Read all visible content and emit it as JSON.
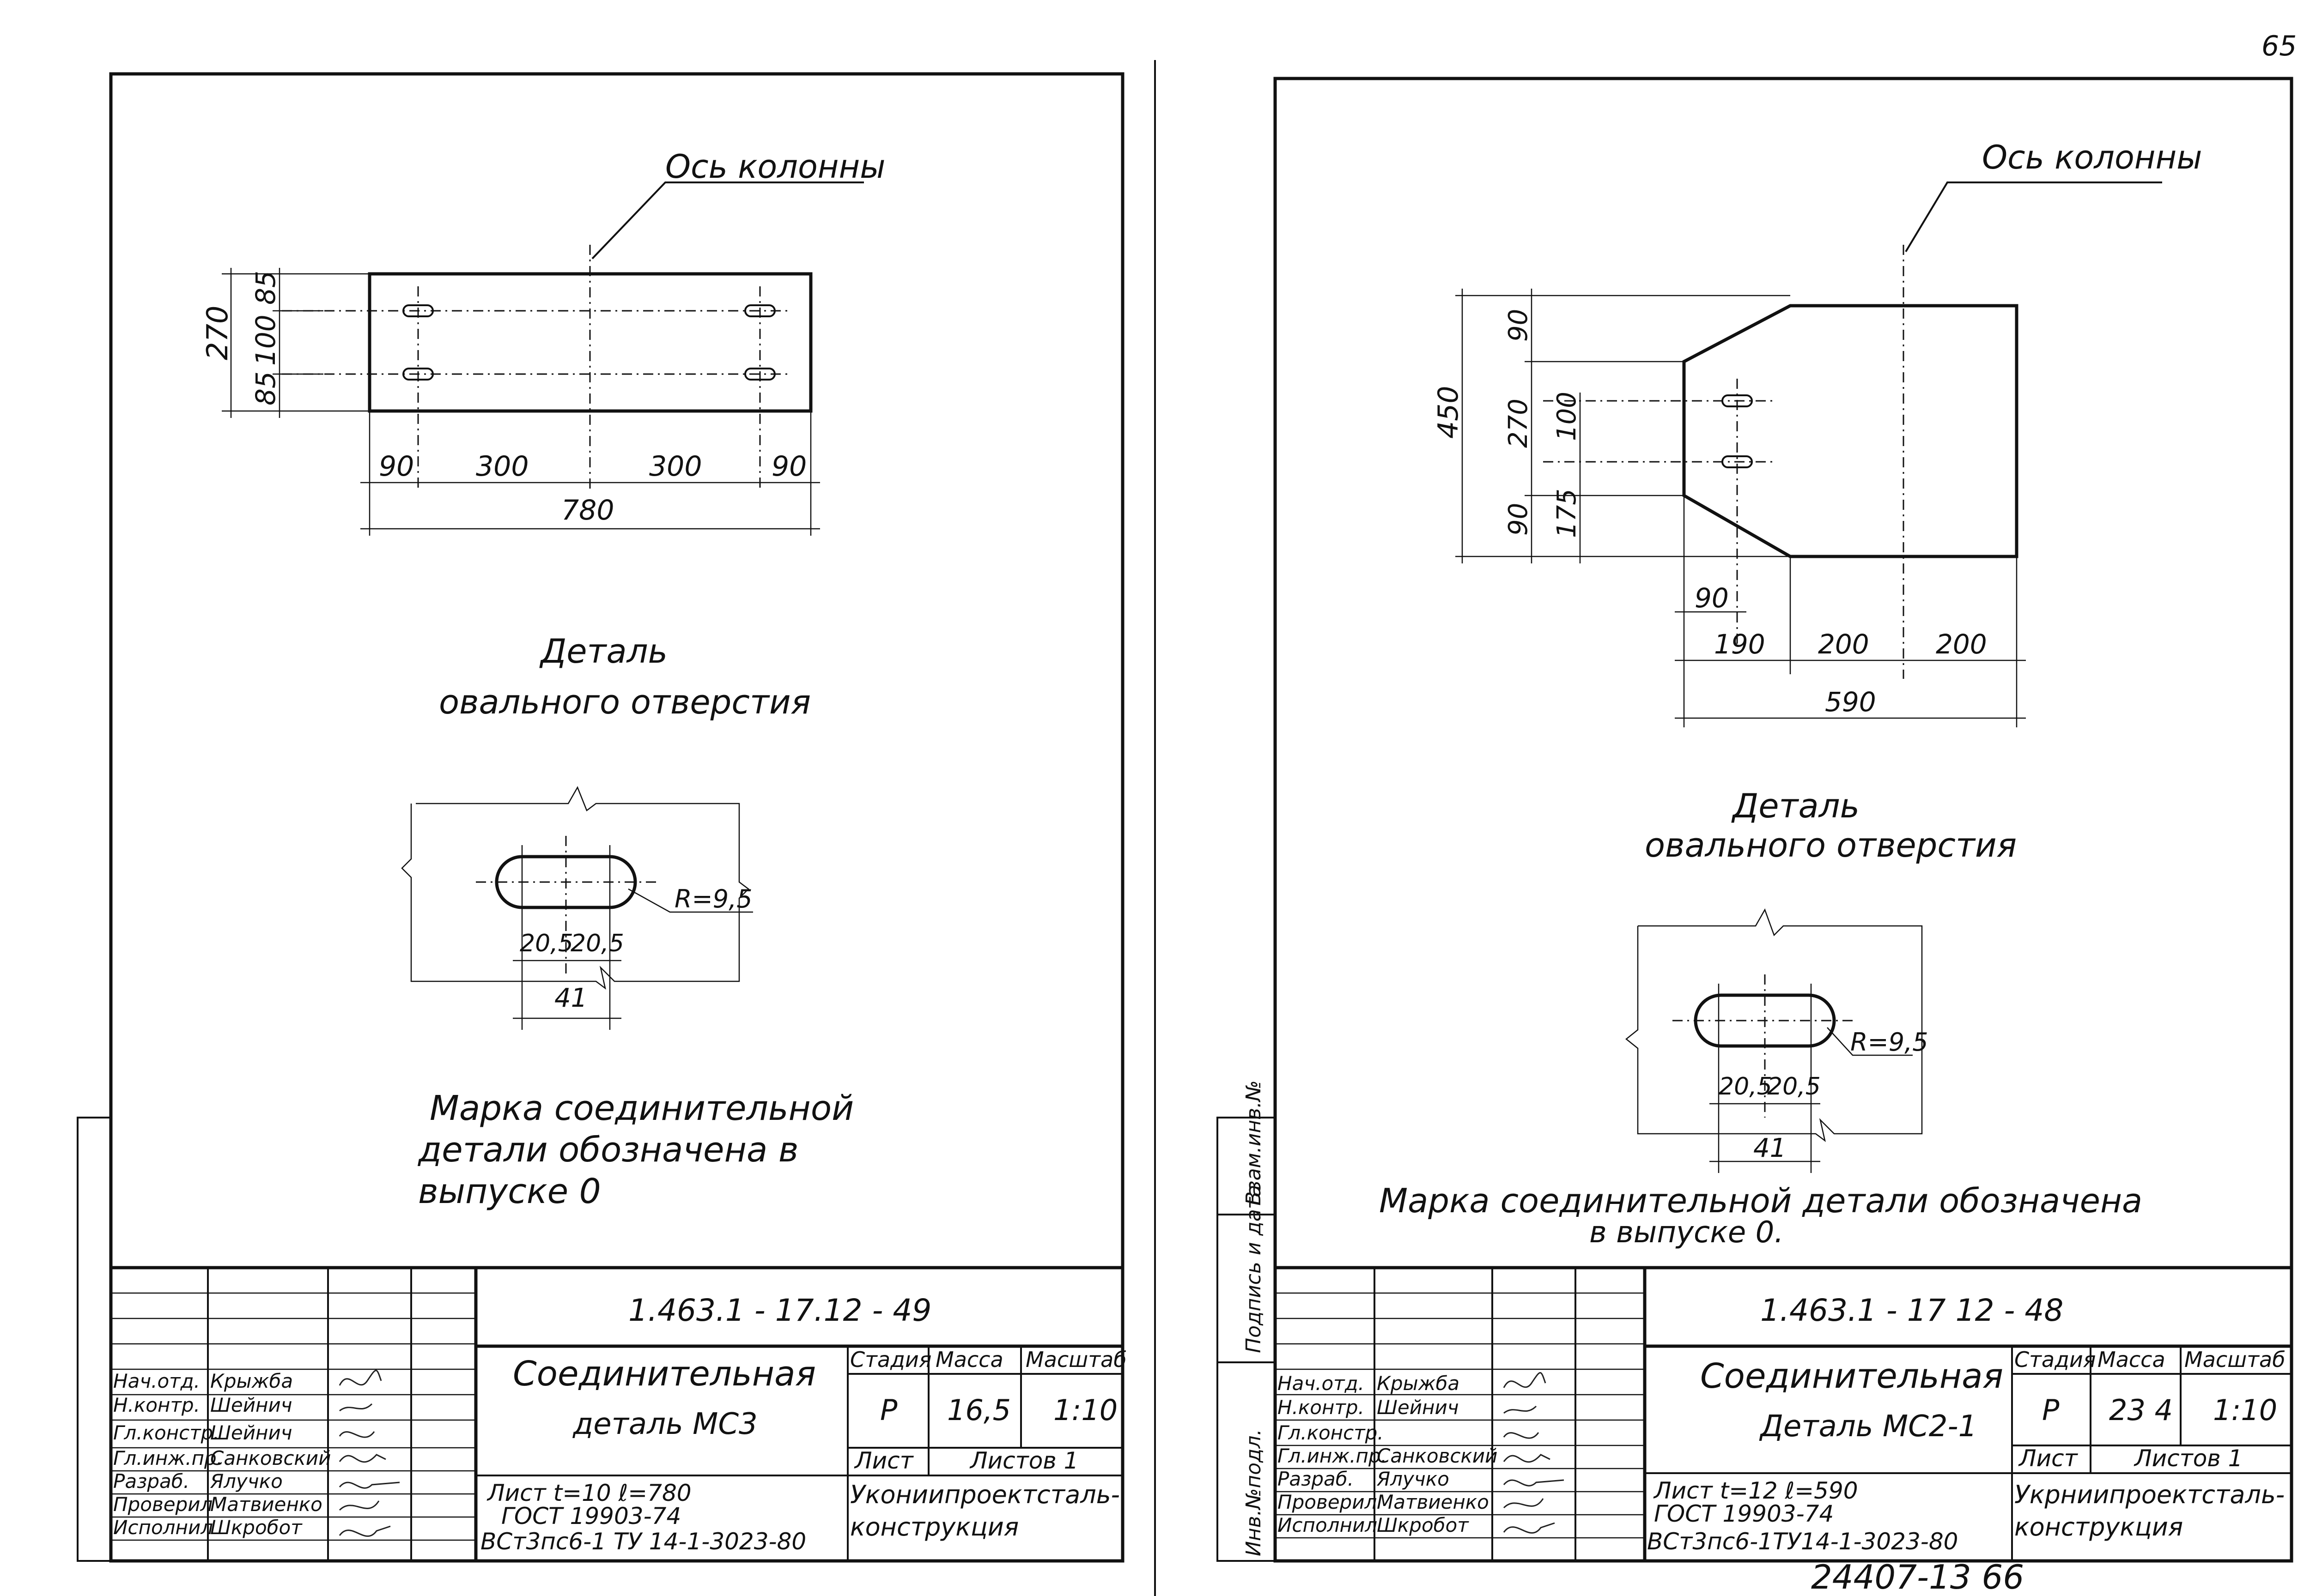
{
  "page_number": "65",
  "bottom_stamp": "24407-13   66",
  "left_sheet": {
    "axis_label": "Ось колонны",
    "dims": {
      "height_total": "270",
      "h85_top": "85",
      "h100": "100",
      "h85_bot": "85",
      "w90_left": "90",
      "w300_left": "300",
      "w300_right": "300",
      "w90_right": "90",
      "w_total": "780"
    },
    "detail_title_1": "Деталь",
    "detail_title_2": "овального отверстия",
    "hole": {
      "radius": "R=9,5",
      "half_left": "20,5",
      "half_right": "20,5",
      "length": "41"
    },
    "note_1": "Марка соединительной",
    "note_2": "детали обозначена в",
    "note_3": "выпуске 0",
    "title_block": {
      "designation": "1.463.1 - 17.12 - 49",
      "name_1": "Соединительная",
      "name_2": "деталь МС3",
      "stage_h": "Стадия",
      "mass_h": "Масса",
      "scale_h": "Масштаб",
      "stage": "Р",
      "mass": "16,5",
      "scale": "1:10",
      "sheet_h": "Лист",
      "sheets_h": "Листов 1",
      "material_1": "Лист  t=10   ℓ=780",
      "material_2": "ГОСТ  19903-74",
      "material_3": "ВСт3пс6-1 ТУ 14-1-3023-80",
      "org_1": "Укониипроектсталь-",
      "org_2": "конструкция",
      "roles": [
        "Нач.отд.",
        "Н.контр.",
        "Гл.констр.",
        "Гл.инж.пр.",
        "Разраб.",
        "Проверил",
        "Исполнил"
      ],
      "names": [
        "Крыжба",
        "Шейнич",
        "Шейнич",
        "Санковский",
        "Ялучко",
        "Матвиенко",
        "Шкробот"
      ]
    }
  },
  "right_sheet": {
    "axis_label": "Ось колонны",
    "dims": {
      "height_total": "450",
      "h90_top": "90",
      "h270": "270",
      "h90_bot": "90",
      "h100": "100",
      "h175": "175",
      "w90": "90",
      "w190": "190",
      "w200_a": "200",
      "w200_b": "200",
      "w_total": "590"
    },
    "detail_title_1": "Деталь",
    "detail_title_2": "овального отверстия",
    "hole": {
      "radius": "R=9,5",
      "half_left": "20,5",
      "half_right": "20,5",
      "length": "41"
    },
    "note_1": "Марка соединительной детали обозначена",
    "note_2": "в выпуске 0.",
    "side_labels": [
      "Инв.№подл.",
      "Подпись и дата",
      "Взам.инв.№"
    ],
    "title_block": {
      "designation": "1.463.1 - 17 12 - 48",
      "name_1": "Соединительная",
      "name_2": "Деталь МС2-1",
      "stage_h": "Стадия",
      "mass_h": "Масса",
      "scale_h": "Масштаб",
      "stage": "Р",
      "mass": "23 4",
      "scale": "1:10",
      "sheet_h": "Лист",
      "sheets_h": "Листов 1",
      "material_1": "Лист  t=12   ℓ=590",
      "material_2": "ГОСТ  19903-74",
      "material_3": "ВСт3пс6-1ТУ14-1-3023-80",
      "org_1": "Укрниипроектсталь-",
      "org_2": "конструкция",
      "roles": [
        "Нач.отд.",
        "Н.контр.",
        "Гл.констр.",
        "Гл.инж.пр.",
        "Разраб.",
        "Проверил",
        "Исполнил"
      ],
      "names": [
        "Крыжба",
        "Шейнич",
        "",
        "Санковский",
        "Ялучко",
        "Матвиенко",
        "Шкробот"
      ]
    }
  }
}
